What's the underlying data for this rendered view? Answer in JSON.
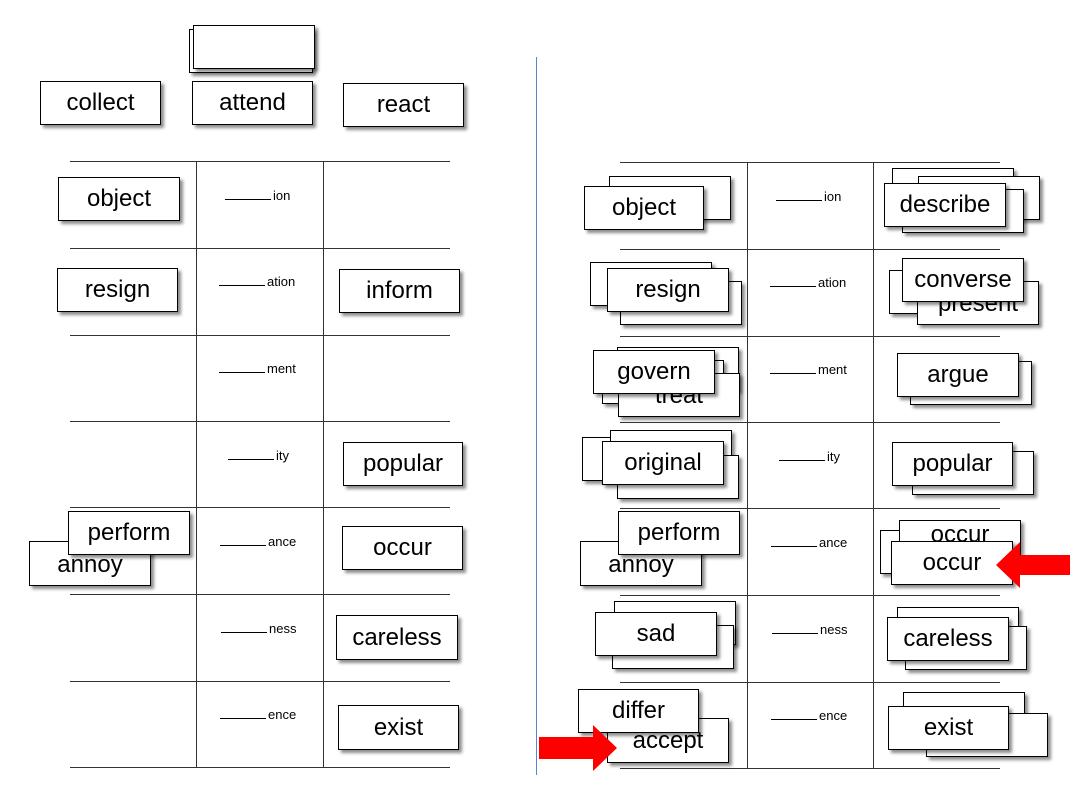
{
  "top_cards": {
    "blank": "",
    "collect": "collect",
    "attend": "attend",
    "react": "react"
  },
  "suffixes": [
    "ion",
    "ation",
    "ment",
    "ity",
    "ance",
    "ness",
    "ence"
  ],
  "left_table": {
    "object": "object",
    "resign": "resign",
    "inform": "inform",
    "popular": "popular",
    "perform": "perform",
    "annoy": "annoy",
    "occur": "occur",
    "careless": "careless",
    "exist": "exist"
  },
  "right_table": {
    "object": "object",
    "describe": "describe",
    "resign": "resign",
    "converse": "converse",
    "present": "present",
    "govern": "govern",
    "treat": "treat",
    "argue": "argue",
    "original": "original",
    "popular": "popular",
    "perform": "perform",
    "annoy": "annoy",
    "occur_back": "occur",
    "occur": "occur",
    "sad": "sad",
    "careless": "careless",
    "differ": "differ",
    "accept": "accept",
    "exist": "exist"
  },
  "colors": {
    "arrow": "#ff0000",
    "divider": "#5b86c4"
  }
}
